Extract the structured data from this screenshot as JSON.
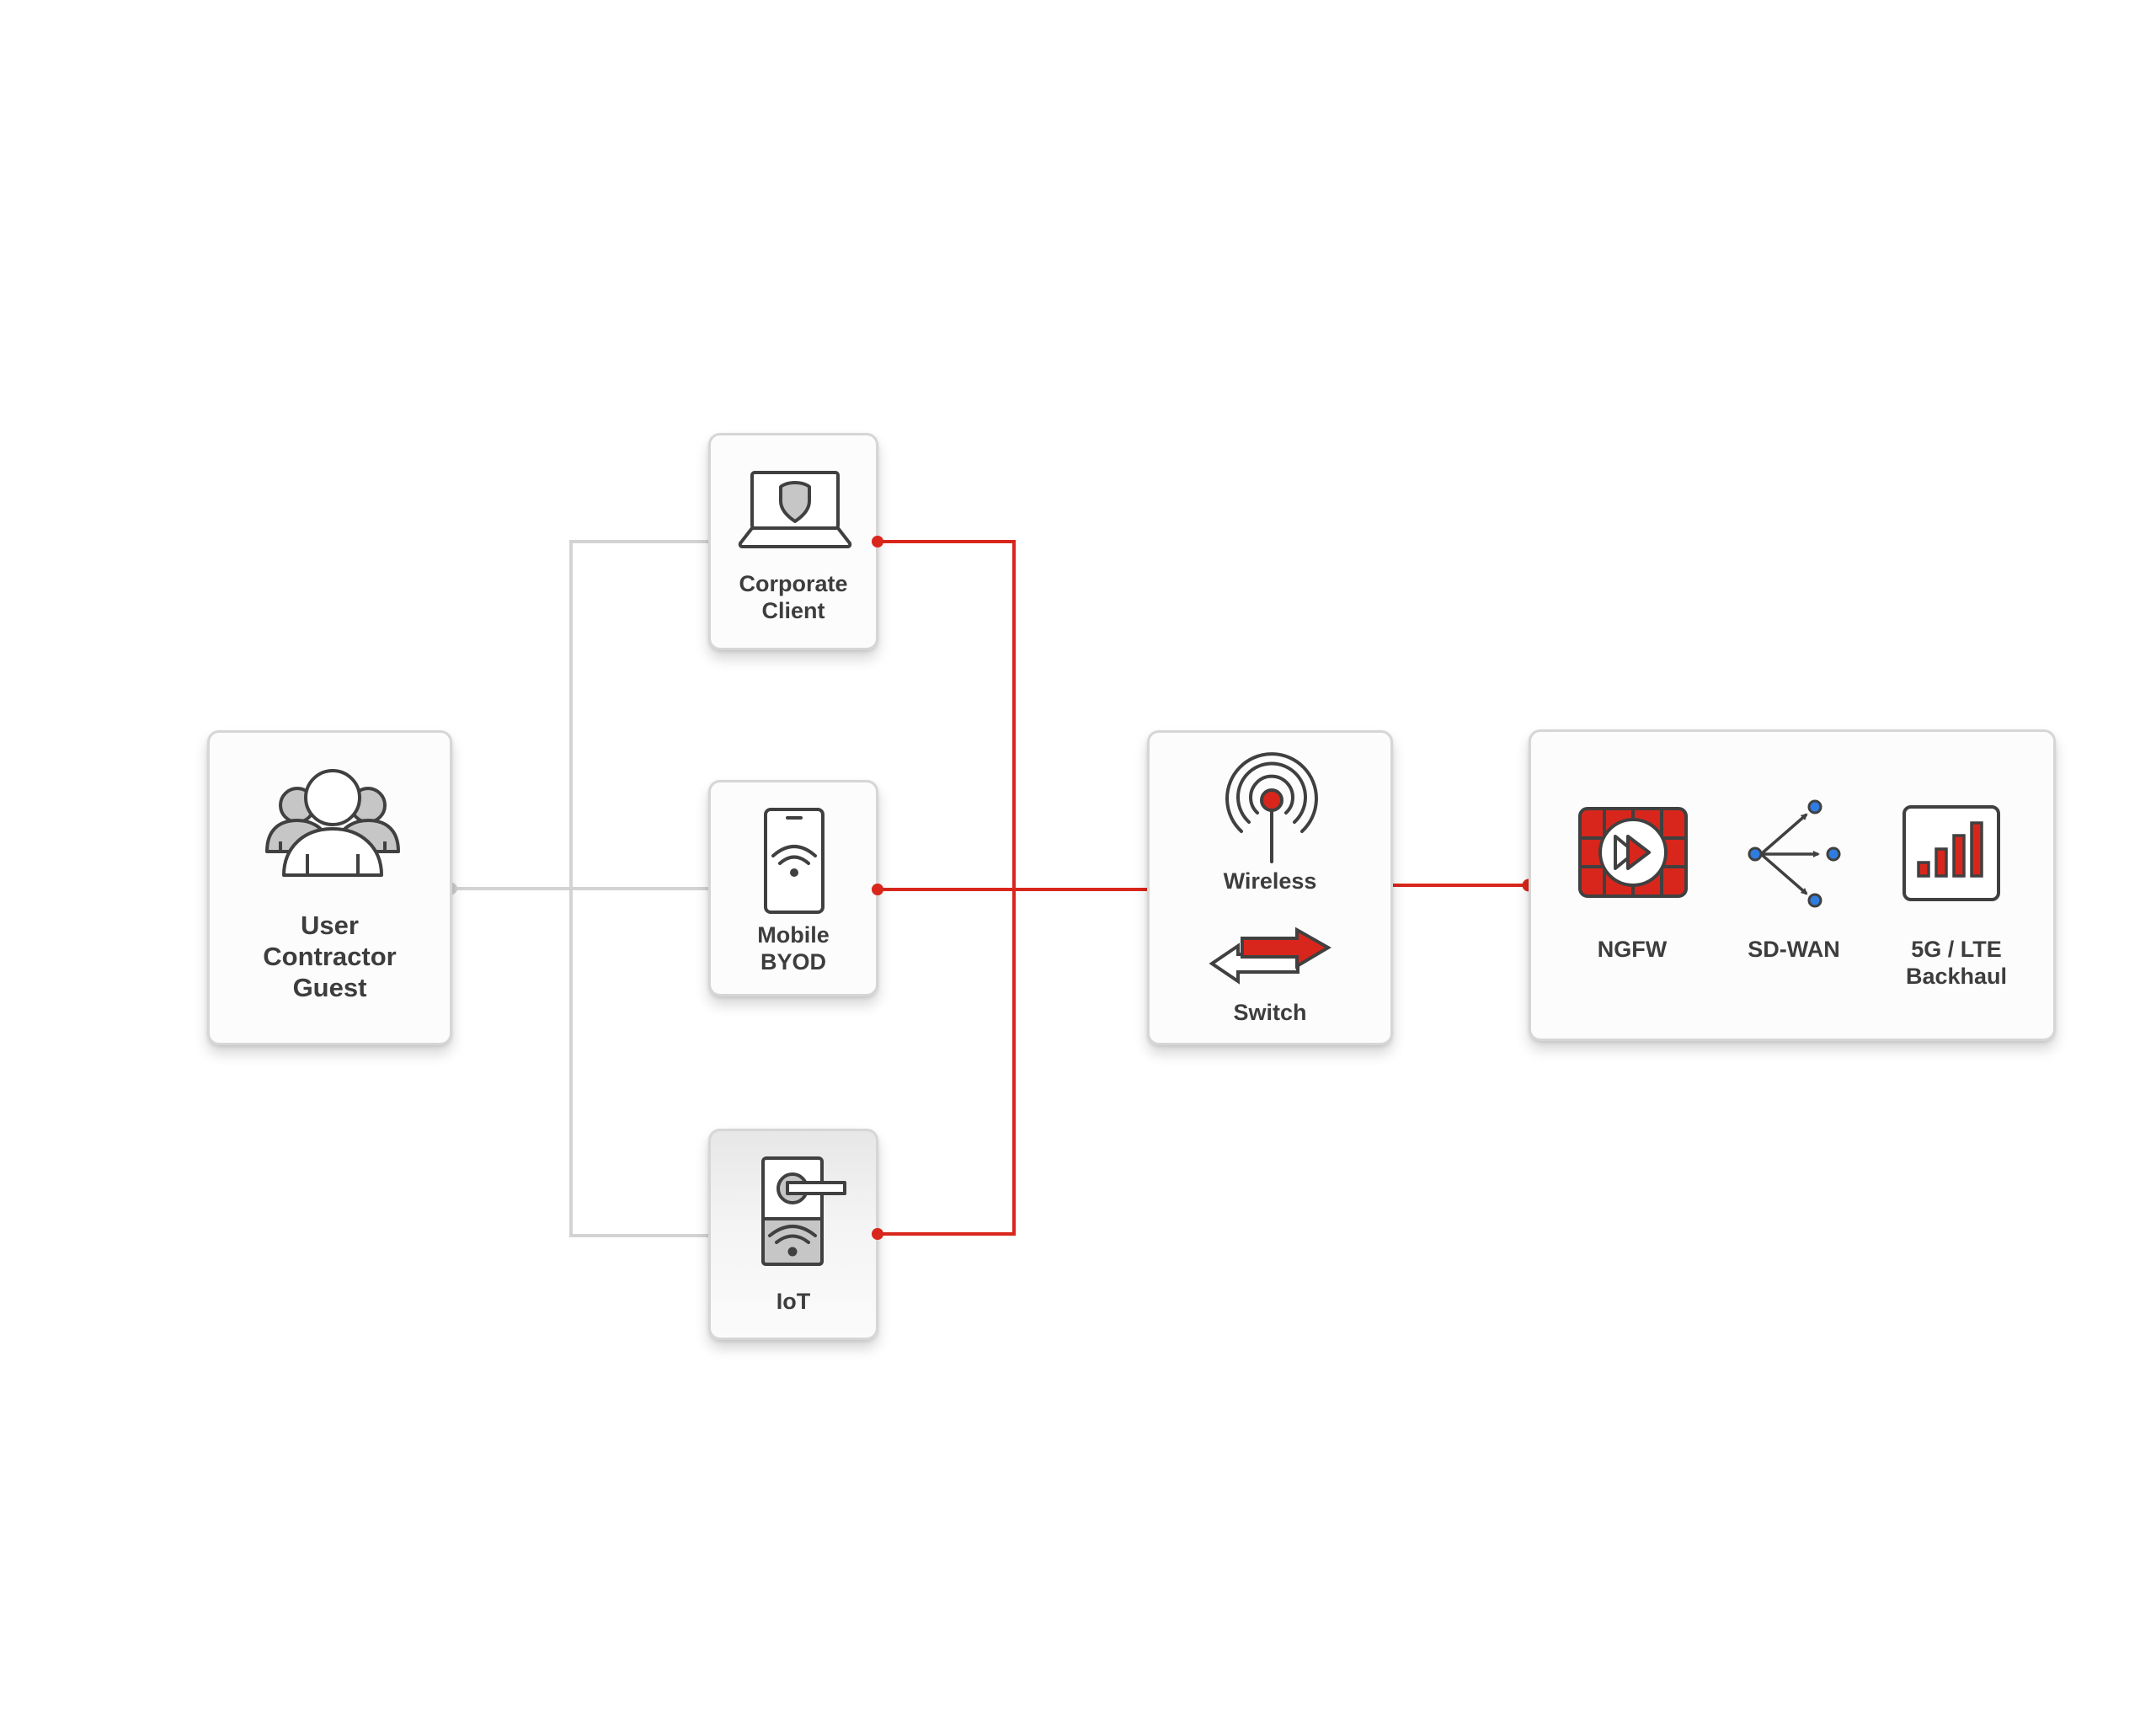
{
  "colors": {
    "accent_red": "#d9261c",
    "connector_gray": "#d3d3d3",
    "icon_stroke": "#404040",
    "icon_fill_gray": "#c6c6c6",
    "sdwan_node_blue": "#2f7de1",
    "label_text": "#3d3d3d"
  },
  "nodes": {
    "users": {
      "icon": "people-group-icon",
      "lines": [
        "User",
        "Contractor",
        "Guest"
      ]
    },
    "corporate_client": {
      "icon": "laptop-shield-icon",
      "lines": [
        "Corporate",
        "Client"
      ]
    },
    "mobile_byod": {
      "icon": "smartphone-wifi-icon",
      "lines": [
        "Mobile",
        "BYOD"
      ]
    },
    "iot": {
      "icon": "smart-door-lock-icon",
      "lines": [
        "IoT"
      ]
    },
    "access": {
      "wireless": {
        "icon": "wireless-antenna-icon",
        "label": "Wireless"
      },
      "switch": {
        "icon": "switch-arrows-icon",
        "label": "Switch"
      }
    },
    "edge": {
      "ngfw": {
        "icon": "firewall-fast-forward-icon",
        "label": "NGFW"
      },
      "sdwan": {
        "icon": "sd-wan-branch-icon",
        "label": "SD-WAN"
      },
      "backhaul": {
        "icon": "signal-bars-icon",
        "lines": [
          "5G / LTE",
          "Backhaul"
        ]
      }
    }
  },
  "connections": [
    {
      "from": "users",
      "to": "corporate_client",
      "style": "gray"
    },
    {
      "from": "users",
      "to": "mobile_byod",
      "style": "gray"
    },
    {
      "from": "users",
      "to": "iot",
      "style": "gray"
    },
    {
      "from": "corporate_client",
      "to": "access",
      "style": "red"
    },
    {
      "from": "mobile_byod",
      "to": "access",
      "style": "red"
    },
    {
      "from": "iot",
      "to": "access",
      "style": "red"
    },
    {
      "from": "access",
      "to": "edge",
      "style": "red"
    }
  ]
}
